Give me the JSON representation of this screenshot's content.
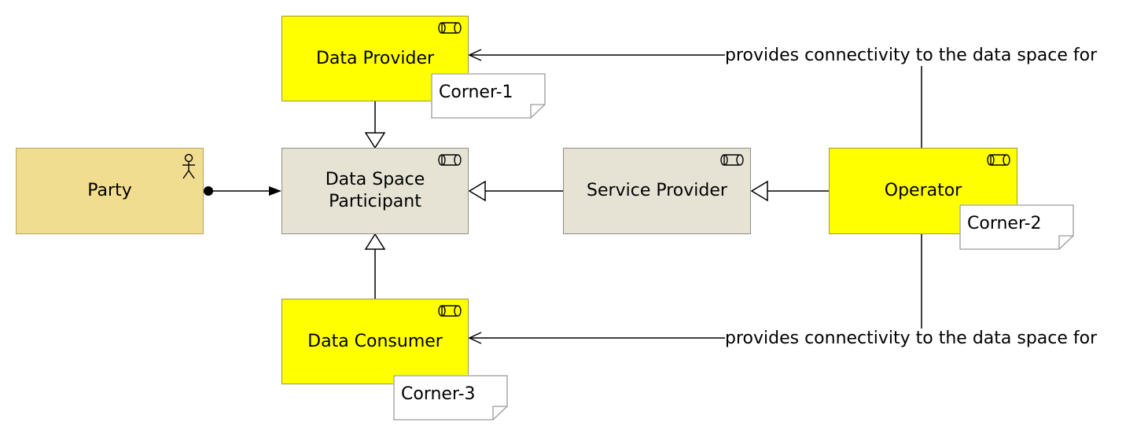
{
  "nodes": {
    "data_provider": {
      "label": "Data Provider",
      "icon": "role-icon"
    },
    "data_space_participant": {
      "label_line1": "Data Space",
      "label_line2": "Participant",
      "icon": "role-icon"
    },
    "data_consumer": {
      "label": "Data Consumer",
      "icon": "role-icon"
    },
    "party": {
      "label": "Party",
      "icon": "actor-icon"
    },
    "service_provider": {
      "label": "Service Provider",
      "icon": "role-icon"
    },
    "operator": {
      "label": "Operator",
      "icon": "role-icon"
    }
  },
  "notes": {
    "corner1": "Corner-1",
    "corner2": "Corner-2",
    "corner3": "Corner-3"
  },
  "relations": {
    "provider_label": "provides connectivity to the data space for",
    "consumer_label": "provides connectivity to the data space for"
  },
  "colors": {
    "role_yellow": "#ffff00",
    "neutral_grey": "#e6e3d5",
    "actor_tan": "#f0dd8f"
  }
}
